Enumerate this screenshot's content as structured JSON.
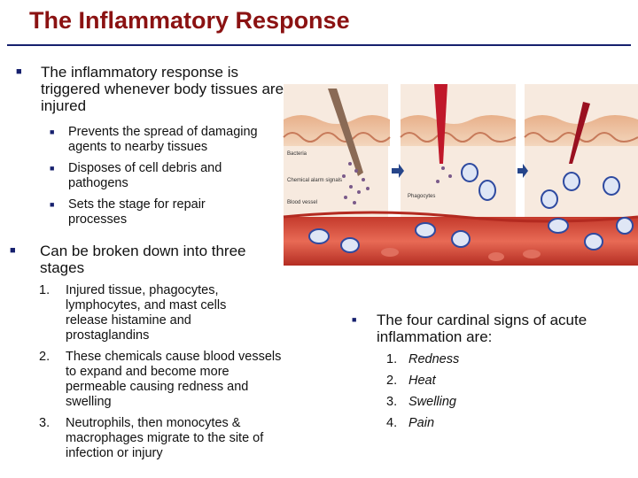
{
  "title": "The Inflammatory Response",
  "left": {
    "bullet1": "The inflammatory response is triggered whenever body tissues are injured",
    "sub": [
      "Prevents the spread of damaging agents to nearby tissues",
      "Disposes of cell debris and pathogens",
      "Sets the stage for repair processes"
    ],
    "bullet2": "Can be broken down into three stages",
    "stages": [
      {
        "n": "1.",
        "text": "Injured tissue, phagocytes, lymphocytes, and mast cells release histamine and prostaglandins"
      },
      {
        "n": "2.",
        "text": "These chemicals cause blood vessels to expand and become more permeable causing redness and swelling"
      },
      {
        "n": "3.",
        "text": "Neutrophils, then monocytes & macrophages migrate to the site of infection or injury"
      }
    ]
  },
  "right": {
    "intro": "The four cardinal signs of acute inflammation are:",
    "signs": [
      {
        "n": "1.",
        "text": "Redness"
      },
      {
        "n": "2.",
        "text": "Heat"
      },
      {
        "n": "3.",
        "text": "Swelling"
      },
      {
        "n": "4.",
        "text": "Pain"
      }
    ]
  },
  "figure": {
    "labels": {
      "bacteria": "Bacteria",
      "chemical": "Chemical alarm signals",
      "blood": "Blood vessel",
      "phagocytes": "Phagocytes"
    }
  },
  "colors": {
    "title": "#8b1212",
    "rule": "#16206e",
    "bullet": "#16206e"
  }
}
